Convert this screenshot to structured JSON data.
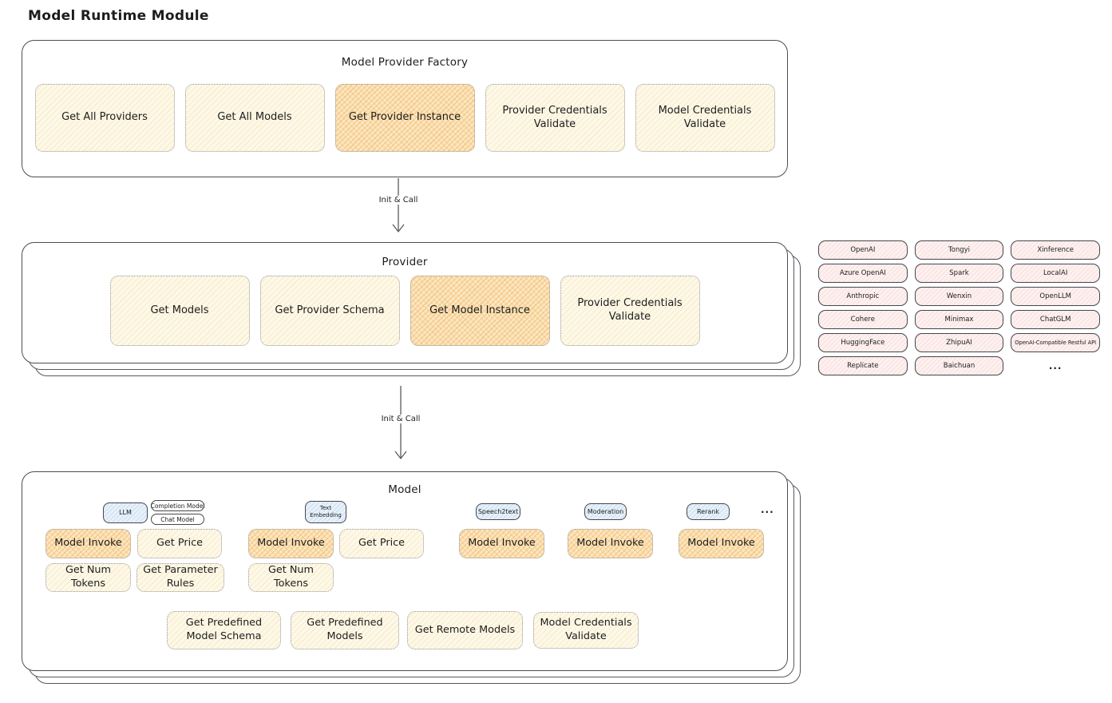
{
  "title": "Model Runtime Module",
  "colors": {
    "highlight_fill": "#fbe7c2",
    "button_fill": "#fdf9e9",
    "provider_pill_fill": "#fdf1f0",
    "tag_blue_fill": "#e8f1fa",
    "box_border": "#4a4d52",
    "dotted_border": "#97979a"
  },
  "arrows": {
    "init_call_1": "Init & Call",
    "init_call_2": "Init & Call"
  },
  "factory": {
    "title": "Model Provider Factory",
    "buttons": [
      {
        "label": "Get All Providers",
        "highlighted": false
      },
      {
        "label": "Get All Models",
        "highlighted": false
      },
      {
        "label": "Get Provider Instance",
        "highlighted": true
      },
      {
        "label": "Provider Credentials Validate",
        "highlighted": false
      },
      {
        "label": "Model Credentials Validate",
        "highlighted": false
      }
    ]
  },
  "provider": {
    "title": "Provider",
    "buttons": [
      {
        "label": "Get Models",
        "highlighted": false
      },
      {
        "label": "Get Provider Schema",
        "highlighted": false
      },
      {
        "label": "Get Model Instance",
        "highlighted": true
      },
      {
        "label": "Provider Credentials Validate",
        "highlighted": false
      }
    ]
  },
  "providers_grid": {
    "items": [
      "OpenAI",
      "Tongyi",
      "Xinference",
      "Azure OpenAI",
      "Spark",
      "LocalAI",
      "Anthropic",
      "Wenxin",
      "OpenLLM",
      "Cohere",
      "Minimax",
      "ChatGLM",
      "HuggingFace",
      "ZhipuAI",
      "OpenAI-Compatible Restful API",
      "Replicate",
      "Baichuan",
      "..."
    ]
  },
  "model": {
    "title": "Model",
    "tags": {
      "llm": "LLM",
      "completion": "Completion Model",
      "chat": "Chat Model",
      "text_embedding": "Text Embedding",
      "speech2text": "Speech2text",
      "moderation": "Moderation",
      "rerank": "Rerank",
      "more": "..."
    },
    "buttons": {
      "llm_invoke": "Model Invoke",
      "llm_price": "Get Price",
      "llm_tokens": "Get Num Tokens",
      "llm_rules": "Get Parameter Rules",
      "te_invoke": "Model Invoke",
      "te_price": "Get Price",
      "te_tokens": "Get Num Tokens",
      "s2t_invoke": "Model Invoke",
      "moderation_invoke": "Model Invoke",
      "rerank_invoke": "Model Invoke",
      "predefined_schema": "Get Predefined Model Schema",
      "predefined_models": "Get Predefined Models",
      "remote_models": "Get Remote Models",
      "credentials_validate": "Model Credentials Validate"
    }
  }
}
